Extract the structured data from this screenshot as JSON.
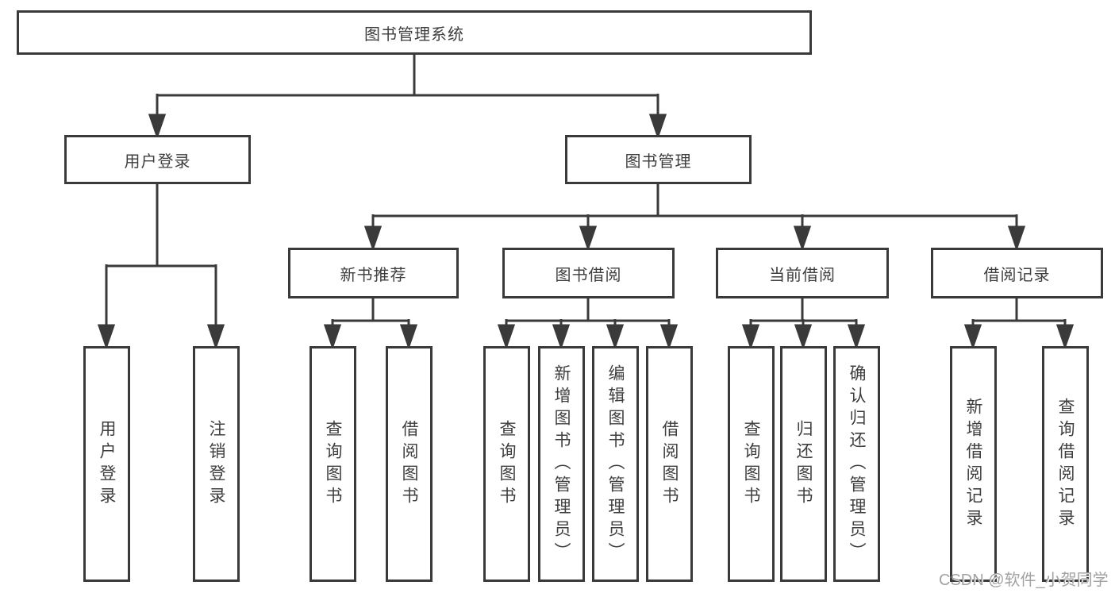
{
  "tree": {
    "label": "图书管理系统",
    "children": [
      {
        "label": "用户登录",
        "children": [
          {
            "label": "用户登录"
          },
          {
            "label": "注销登录"
          }
        ]
      },
      {
        "label": "图书管理",
        "children": [
          {
            "label": "新书推荐",
            "children": [
              {
                "label": "查询图书"
              },
              {
                "label": "借阅图书"
              }
            ]
          },
          {
            "label": "图书借阅",
            "children": [
              {
                "label": "查询图书"
              },
              {
                "label": "新增图书（管理员）"
              },
              {
                "label": "编辑图书（管理员）"
              },
              {
                "label": "借阅图书"
              }
            ]
          },
          {
            "label": "当前借阅",
            "children": [
              {
                "label": "查询图书"
              },
              {
                "label": "归还图书"
              },
              {
                "label": "确认归还（管理员）"
              }
            ]
          },
          {
            "label": "借阅记录",
            "children": [
              {
                "label": "新增借阅记录"
              },
              {
                "label": "查询借阅记录"
              }
            ]
          }
        ]
      }
    ]
  },
  "watermark": {
    "text": "CSDN @软件_小贺同学"
  },
  "colors": {
    "line": "#3a3a3a",
    "text": "#3e3e3e",
    "watermark": "#a2a2a2",
    "background": "#ffffff"
  }
}
